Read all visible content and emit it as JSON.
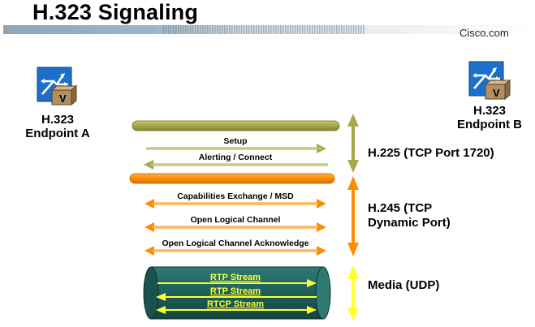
{
  "header": {
    "title": "H.323 Signaling",
    "brand": "Cisco.com"
  },
  "endpoints": {
    "a": {
      "line1": "H.323",
      "line2": "Endpoint A",
      "badge": "V"
    },
    "b": {
      "line1": "H.323",
      "line2": "Endpoint B",
      "badge": "V"
    }
  },
  "h225": {
    "label": "H.225 (TCP Port 1720)",
    "messages": [
      "Setup",
      "Alerting / Connect"
    ]
  },
  "h245": {
    "label_line1": "H.245 (TCP",
    "label_line2": "Dynamic Port)",
    "messages": [
      "Capabilities Exchange / MSD",
      "Open Logical Channel",
      "Open Logical Channel Acknowledge"
    ]
  },
  "media": {
    "label": "Media (UDP)",
    "streams": [
      "RTP Stream",
      "RTP Stream",
      "RTCP Stream"
    ]
  },
  "colors": {
    "olive": "#a8a848",
    "orange": "#ff8c00",
    "teal": "#1f5f5a",
    "yellow": "#ffff33"
  }
}
